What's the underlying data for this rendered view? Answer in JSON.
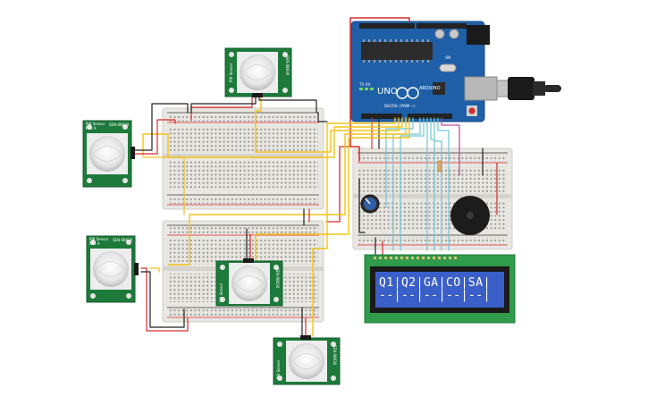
{
  "pir_sensors": [
    {
      "id": "pir-top",
      "model": "SEN-08630",
      "title": "PIR Sensor",
      "sub": "Rev A"
    },
    {
      "id": "pir-left-upper",
      "model": "SEN-08630",
      "title": "PIR Sensor",
      "sub": "Rev A"
    },
    {
      "id": "pir-left-lower",
      "model": "SEN-08630",
      "title": "PIR Sensor",
      "sub": "Rev A"
    },
    {
      "id": "pir-center",
      "model": "SEN-08630",
      "title": "PIR Sensor",
      "sub": "Rev A"
    },
    {
      "id": "pir-bottom",
      "model": "SEN-08630",
      "title": "PIR Sensor",
      "sub": "Rev A"
    }
  ],
  "arduino": {
    "brand": "ARDUINO",
    "model": "UNO",
    "digital_label": "DIGITAL (PWM ~)",
    "tx": "TX",
    "rx": "RX",
    "on": "ON"
  },
  "lcd": {
    "line1": "Q1|Q2|GA|CO|SA|",
    "line2": "--|--|--|--|--|"
  },
  "colors": {
    "pcb_green": "#1d7a3b",
    "arduino_blue": "#1f5fa8",
    "wire_yellow": "#f2c417",
    "wire_red": "#d62b2b",
    "wire_black": "#222222",
    "wire_cyan": "#6fc6d6",
    "wire_magenta": "#b64a9a",
    "lcd_blue": "#3b5fc8",
    "breadboard": "#e9e7e2"
  },
  "icons": {
    "pir_lens": "pir-lens-icon",
    "buzzer": "buzzer-icon",
    "potentiometer": "potentiometer-icon",
    "usb_cable": "usb-cable-icon"
  }
}
